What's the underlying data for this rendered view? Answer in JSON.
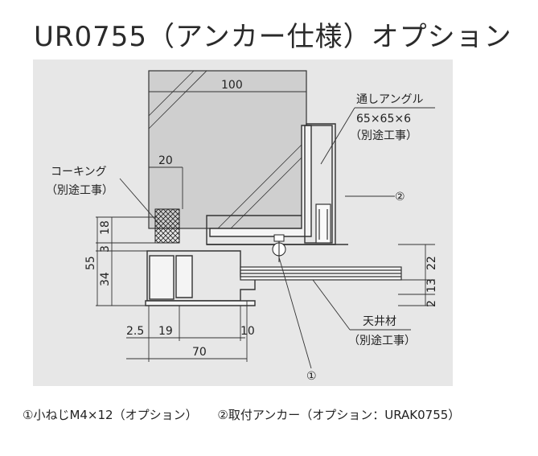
{
  "title": "UR0755（アンカー仕様）オプション",
  "callouts": {
    "angle_name": "通しアングル",
    "angle_size": "65×65×6",
    "angle_note": "（別途工事）",
    "caulking_name": "コーキング",
    "caulking_note": "（別途工事）",
    "ceiling_name": "天井材",
    "ceiling_note": "（別途工事）",
    "marker_1": "①",
    "marker_2": "②"
  },
  "dimensions": {
    "d100": "100",
    "d20": "20",
    "d18": "18",
    "d3": "3",
    "d55": "55",
    "d34": "34",
    "d22": "22",
    "d13": "13",
    "d2": "2",
    "d2_5": "2.5",
    "d19": "19",
    "d10": "10",
    "d70": "70"
  },
  "footnotes": {
    "note1": "①小ねじM4×12（オプション）",
    "note2": "②取付アンカー（オプション：URAK0755）"
  },
  "colors": {
    "panel_bg": "#e7e7e7",
    "glass_fill": "#cfcfcf",
    "line": "#333333"
  }
}
